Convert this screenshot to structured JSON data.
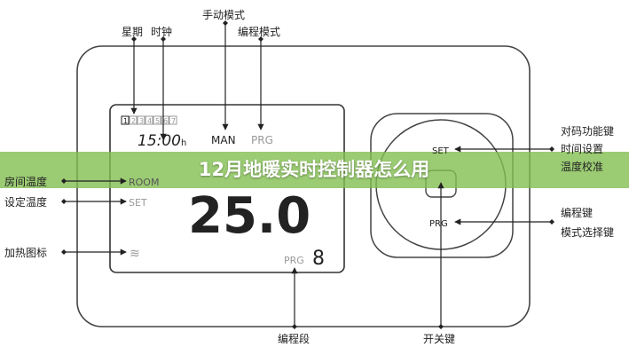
{
  "labels": {
    "weekday": "星期",
    "clock": "时钟",
    "manual_mode": "手动模式",
    "program_mode": "编程模式",
    "room_temp": "房间温度",
    "set_temp": "设定温度",
    "heating_icon": "加热图标",
    "pair_key": "对码功能键",
    "time_setting": "时间设置",
    "temp_calibration": "温度校准",
    "program_key": "编程键",
    "mode_select_key": "模式选择键",
    "program_segment": "编程段",
    "power_key": "开关键"
  },
  "lcd": {
    "days": [
      "1",
      "2",
      "3",
      "4",
      "5",
      "6",
      "7"
    ],
    "time": "15:00",
    "time_unit": "h",
    "man": "MAN",
    "prg": "PRG",
    "room": "ROOM",
    "set": "SET",
    "temperature": "25.0",
    "prg_segment_label": "PRG",
    "prg_segment_value": "8"
  },
  "buttons": {
    "set": "SET",
    "prg": "PRG"
  },
  "banner": {
    "title": "12月地暖实时控制器怎么用"
  },
  "colors": {
    "banner": "#82be50",
    "line": "#222222"
  }
}
